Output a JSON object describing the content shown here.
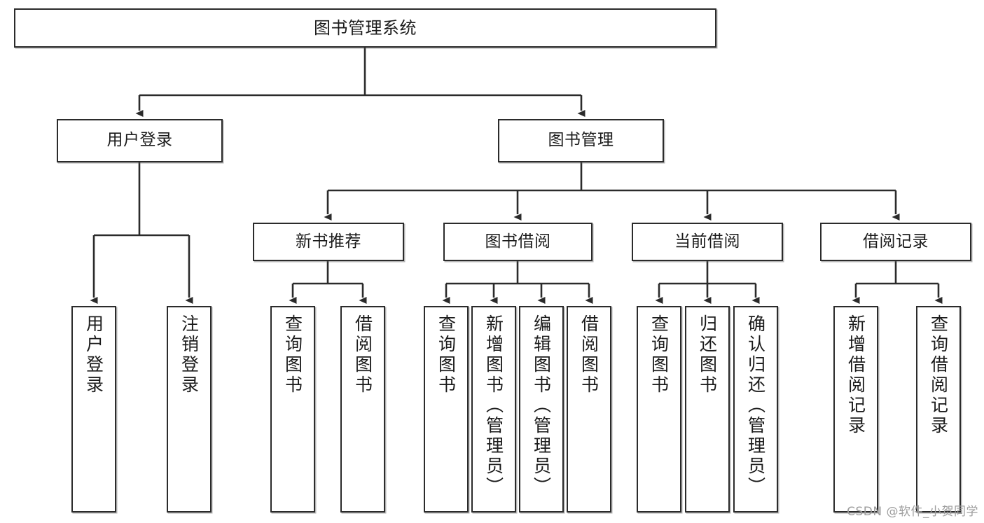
{
  "diagram": {
    "type": "tree",
    "title": "图书管理系统",
    "watermark": "CSDN @软件_小贺同学",
    "colors": {
      "box_border": "#2b2b2b",
      "box_fill": "#ffffff",
      "edge": "#2b2b2b",
      "text": "#1b1b1b",
      "watermark": "#9d9d9d"
    },
    "levels": {
      "root": {
        "label": "图书管理系统"
      },
      "level2": [
        {
          "label": "用户登录"
        },
        {
          "label": "图书管理"
        }
      ],
      "level3": [
        {
          "label": "新书推荐"
        },
        {
          "label": "图书借阅"
        },
        {
          "label": "当前借阅"
        },
        {
          "label": "借阅记录"
        }
      ],
      "leaves": [
        {
          "label": "用户登录",
          "parent": "用户登录"
        },
        {
          "label": "注销登录",
          "parent": "用户登录"
        },
        {
          "label": "查询图书",
          "parent": "新书推荐"
        },
        {
          "label": "借阅图书",
          "parent": "新书推荐"
        },
        {
          "label": "查询图书",
          "parent": "图书借阅"
        },
        {
          "label": "新增图书（管理员）",
          "parent": "图书借阅"
        },
        {
          "label": "编辑图书（管理员）",
          "parent": "图书借阅"
        },
        {
          "label": "借阅图书",
          "parent": "图书借阅"
        },
        {
          "label": "查询图书",
          "parent": "当前借阅"
        },
        {
          "label": "归还图书",
          "parent": "当前借阅"
        },
        {
          "label": "确认归还（管理员）",
          "parent": "当前借阅"
        },
        {
          "label": "新增借阅记录",
          "parent": "借阅记录"
        },
        {
          "label": "查询借阅记录",
          "parent": "借阅记录"
        }
      ]
    }
  }
}
